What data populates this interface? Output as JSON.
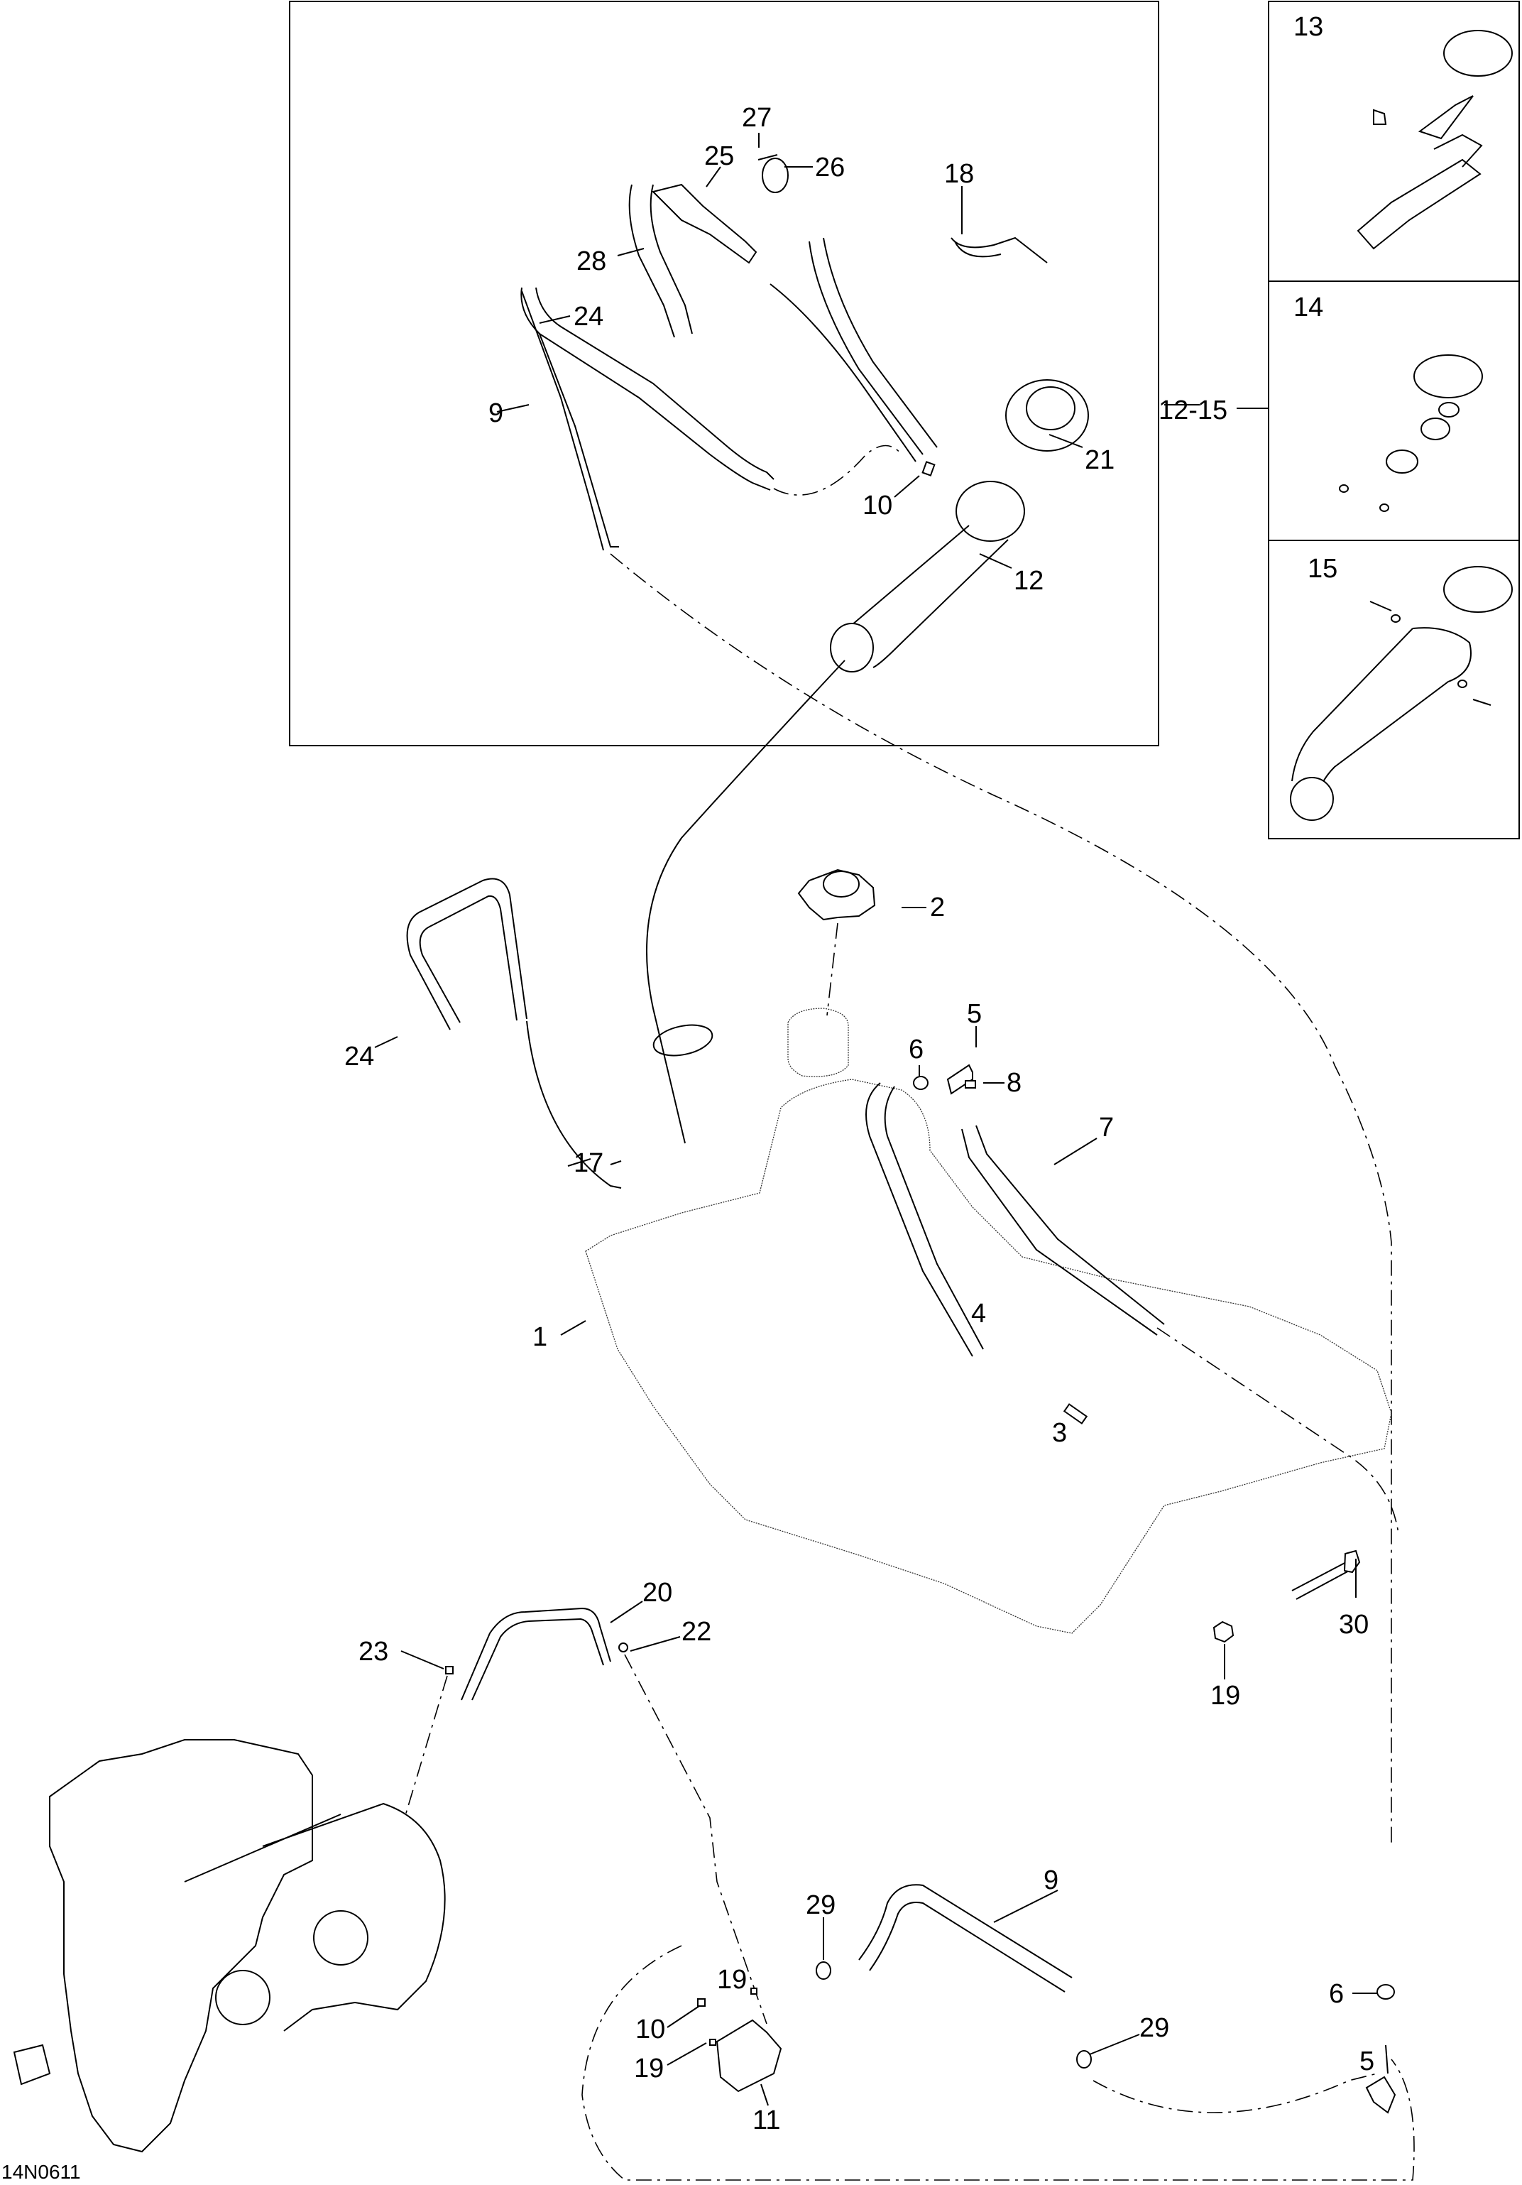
{
  "diagram": {
    "reference_code": "14N0611",
    "subject": "Fuel system exploded parts diagram (fuel tank, fuel pump module, hoses, fuel valve, engine)",
    "main_inset": {
      "callouts": [
        "27",
        "25",
        "26",
        "18",
        "28",
        "24",
        "9",
        "10",
        "21",
        "12"
      ]
    },
    "side_panels": {
      "group_label": "12-15",
      "panels": [
        {
          "number": "13",
          "contents": "Fuel pump with sleeve, filter and seal ring"
        },
        {
          "number": "14",
          "contents": "Pressure regulator kit with O-rings and seal ring"
        },
        {
          "number": "15",
          "contents": "Fuel pump housing with screws, washers and seal ring"
        }
      ]
    },
    "tank_area": {
      "callouts": [
        "2",
        "5",
        "6",
        "8",
        "24",
        "17",
        "7",
        "1",
        "4",
        "3",
        "30",
        "19"
      ]
    },
    "lower_area": {
      "callouts": [
        "20",
        "22",
        "23",
        "29",
        "9",
        "19",
        "10",
        "29",
        "19",
        "11",
        "6",
        "5"
      ]
    },
    "labels": {
      "c1": "1",
      "c2": "2",
      "c3": "3",
      "c4": "4",
      "c5a": "5",
      "c5b": "5",
      "c6a": "6",
      "c6b": "6",
      "c7": "7",
      "c8": "8",
      "c9a": "9",
      "c9b": "9",
      "c10a": "10",
      "c10b": "10",
      "c11": "11",
      "c12": "12",
      "c12_15": "12-15",
      "c13": "13",
      "c14": "14",
      "c15": "15",
      "c17": "17",
      "c18": "18",
      "c19a": "19",
      "c19b": "19",
      "c19c": "19",
      "c20": "20",
      "c21": "21",
      "c22": "22",
      "c23": "23",
      "c24a": "24",
      "c24b": "24",
      "c25": "25",
      "c26": "26",
      "c27": "27",
      "c28": "28",
      "c29a": "29",
      "c29b": "29",
      "c30": "30"
    }
  }
}
